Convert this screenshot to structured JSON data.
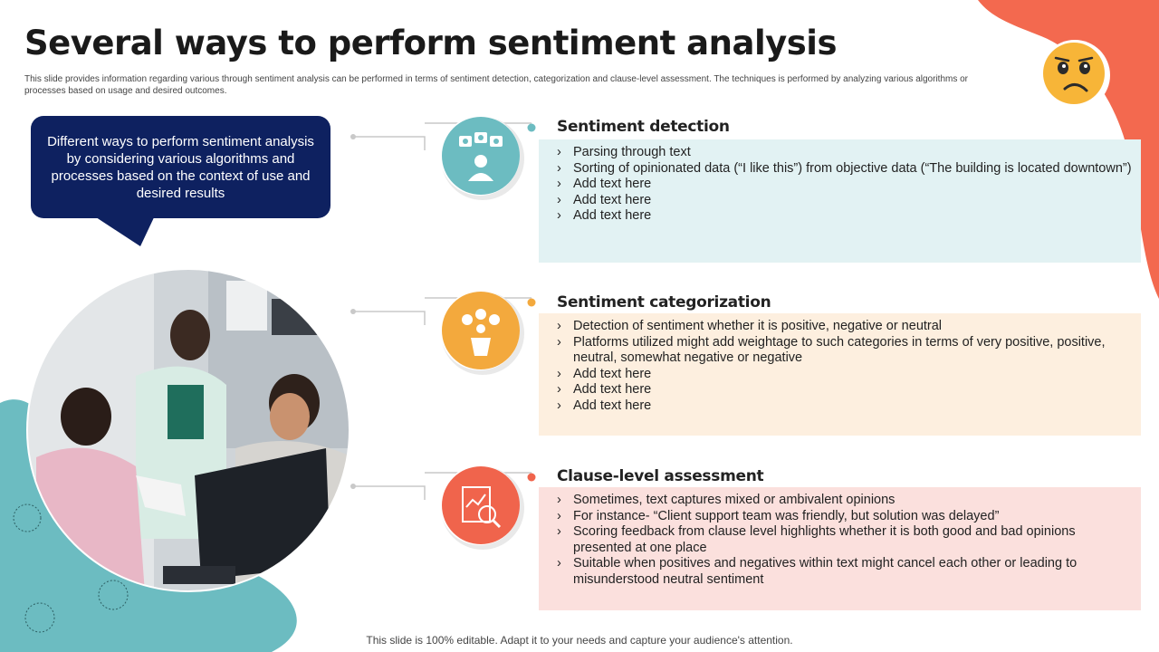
{
  "slide": {
    "title": "Several ways to perform sentiment analysis",
    "subtitle": "This slide provides information regarding various through sentiment analysis can be performed in terms of sentiment detection, categorization and clause-level assessment. The techniques is performed by analyzing various algorithms or processes based on usage and desired outcomes.",
    "callout": "Different ways to perform sentiment analysis by considering various algorithms and processes based on the context of use and desired results",
    "footer": "This slide is 100% editable. Adapt it to your needs and capture your audience's attention."
  },
  "colors": {
    "teal": "#6cbcc1",
    "orange": "#f3a93d",
    "coral": "#f0644c",
    "navy": "#0e2160",
    "panel_teal": "#e2f2f3",
    "panel_orange": "#fdefdf",
    "panel_coral": "#fbe0dd"
  },
  "sections": [
    {
      "heading": "Sentiment detection",
      "icon": "feedback-faces-person-icon",
      "bullets": [
        "Parsing through text",
        "Sorting of opinionated data (“I like this”) from objective data (“The building is located downtown”)",
        "Add text here",
        "Add text here",
        "Add text here"
      ]
    },
    {
      "heading": "Sentiment categorization",
      "icon": "rating-faces-person-icon",
      "bullets": [
        "Detection of sentiment whether it is positive, negative or neutral",
        "Platforms utilized might add weightage to such categories in terms of very positive, positive, neutral, somewhat negative or negative",
        "Add text here",
        "Add text here",
        "Add text here"
      ]
    },
    {
      "heading": "Clause-level assessment",
      "icon": "report-analysis-magnifier-icon",
      "bullets": [
        "Sometimes, text captures mixed or ambivalent opinions",
        "For instance- “Client support team was friendly,  but solution was delayed”",
        "Scoring feedback from clause level highlights whether it is both good and bad opinions presented at one place",
        "Suitable when positives and negatives within text might cancel each other or leading to misunderstood neutral sentiment"
      ]
    }
  ],
  "decor": {
    "emoji_icon": "worried-face-icon",
    "photo": "team-meeting-photo"
  }
}
